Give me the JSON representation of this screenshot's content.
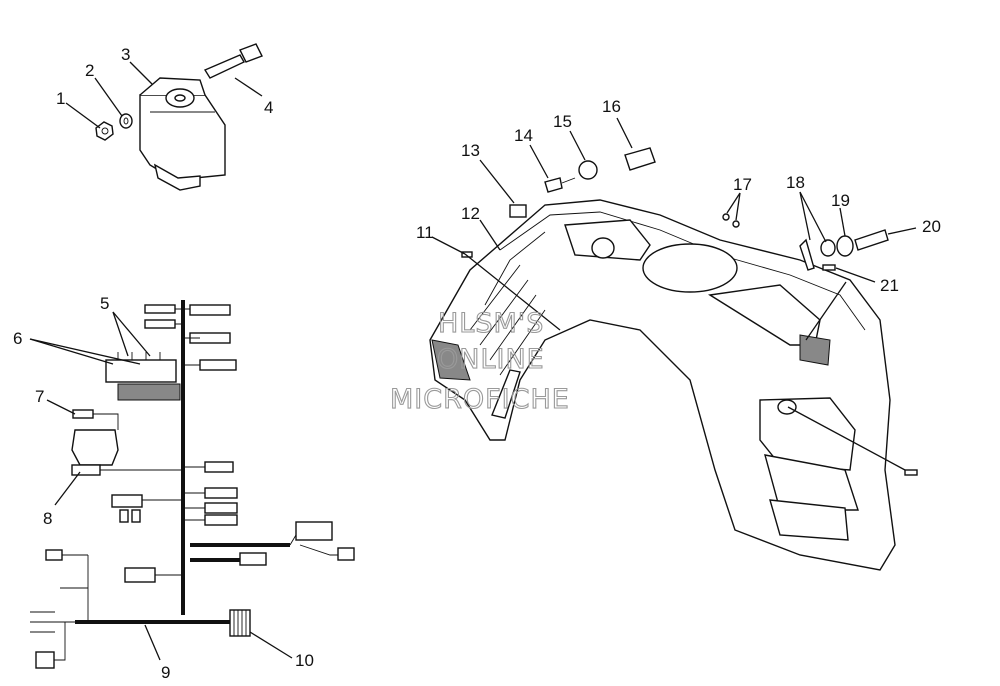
{
  "callouts": {
    "c1": "1",
    "c2": "2",
    "c3": "3",
    "c4": "4",
    "c5": "5",
    "c6": "6",
    "c7": "7",
    "c8": "8",
    "c9": "9",
    "c10": "10",
    "c11": "11",
    "c12": "12",
    "c13": "13",
    "c14": "14",
    "c15": "15",
    "c16": "16",
    "c17": "17",
    "c18": "18",
    "c19": "19",
    "c20": "20",
    "c21": "21"
  },
  "watermark": {
    "line1": "HLSM'S",
    "line2": "ONLINE",
    "line3": "MICROFICHE"
  }
}
